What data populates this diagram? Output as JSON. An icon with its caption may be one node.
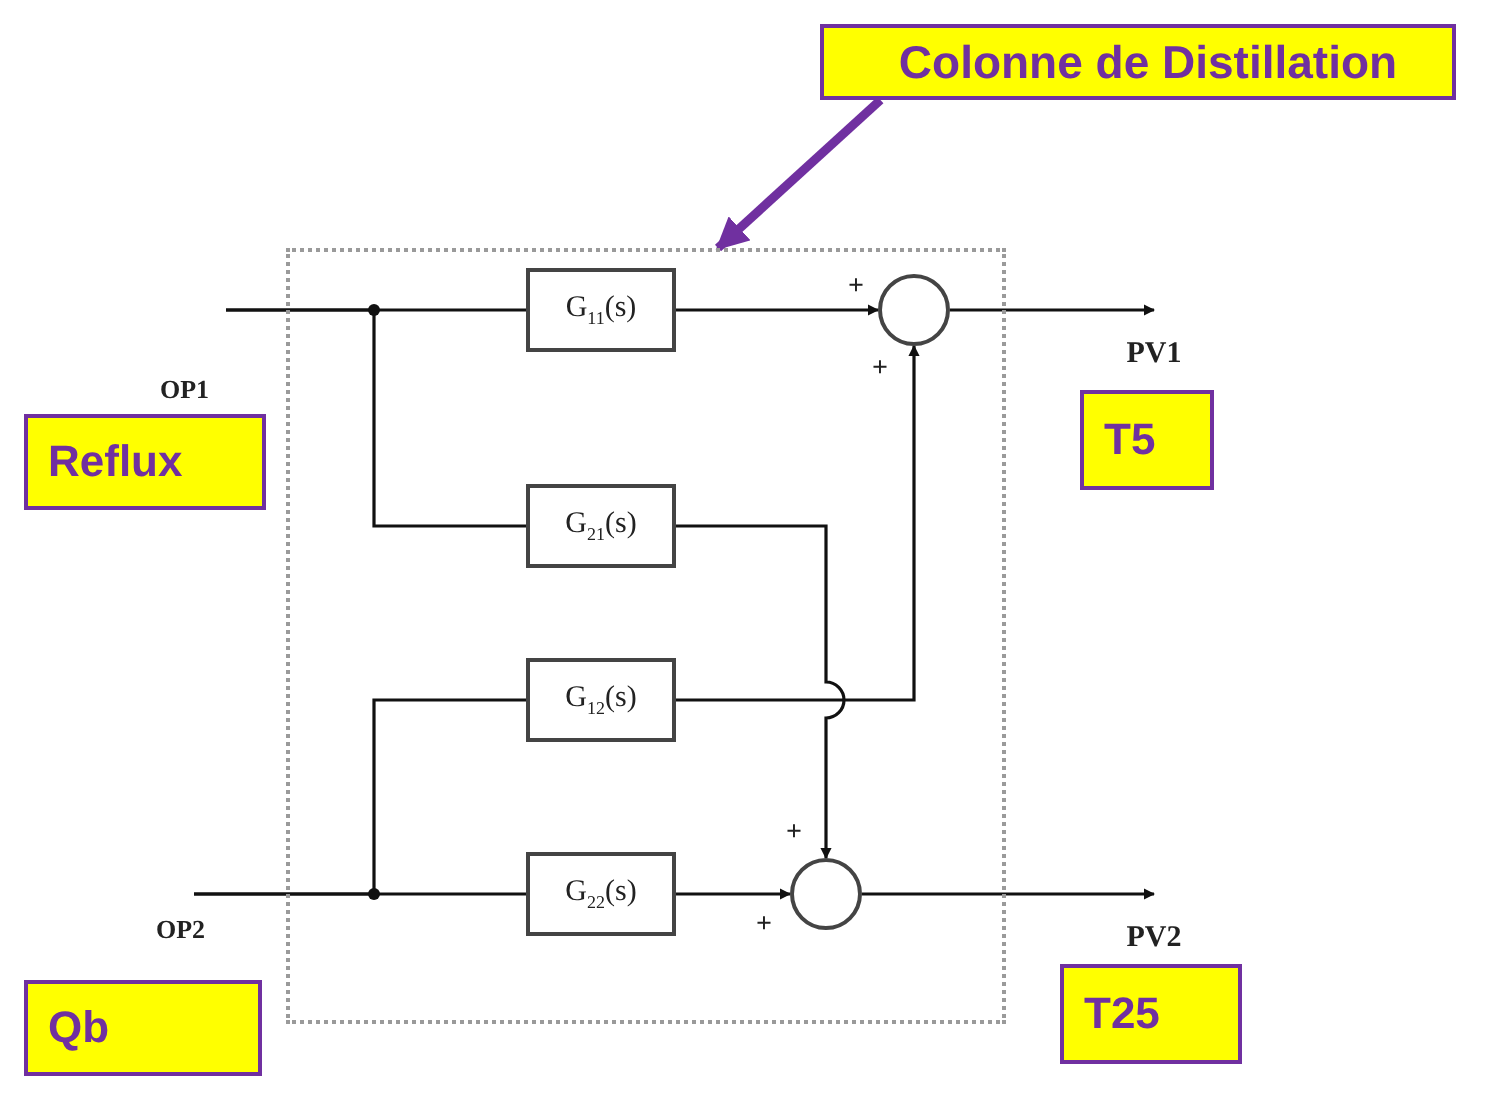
{
  "diagram": {
    "nodes": [
      {
        "text": [
          "Colonne de Distillation"
        ]
      },
      {
        "text": [],
        "shape": "box"
      },
      {
        "text": [
          "G$_{11}$(s)"
        ],
        "in": 1
      },
      {
        "text": [],
        "shape": "circle",
        "in": 1
      },
      {
        "text": [
          "G$_{21}$(s)"
        ],
        "in": 1
      },
      {
        "text": [
          "G$_{12}$(s)"
        ],
        "in": 1
      },
      {
        "text": [
          "G$_{22}$(s)"
        ],
        "in": 1
      },
      {
        "text": [],
        "shape": "circle",
        "in": 1
      },
      {
        "text": [
          "Reflux"
        ]
      },
      {
        "text": [
          "T5"
        ]
      },
      {
        "text": [
          "Qb"
        ]
      },
      {
        "text": [
          "T25"
        ]
      },
      {
        "text": [
          "PV1"
        ]
      },
      {
        "text": [
          "PV2"
        ]
      }
    ],
    "edges": [
      {
        "from": 0,
        "to": 1,
        "arrow": "to",
        "style": "thick",
        "color": "#7030a0"
      },
      {
        "from": null,
        "to": 2,
        "arrow": "none"
      },
      {
        "from": null,
        "to": 4,
        "arrow": "none"
      },
      {
        "from": null,
        "to": 5,
        "arrow": "none"
      },
      {
        "from": null,
        "to": 6,
        "arrow": "none"
      },
      {
        "from": 2,
        "to": 3,
        "arrow": "to"
      },
      {
        "from": 4,
        "to": 7,
        "arrow": "to"
      },
      {
        "from": 5,
        "to": 3,
        "arrow": "to"
      },
      {
        "from": 6,
        "to": 7,
        "arrow": "to"
      },
      {
        "from": 3,
        "to": 12,
        "arrow": "to"
      },
      {
        "from": 7,
        "to": 13,
        "arrow": "to"
      }
    ],
    "labels": [
      "+",
      "+",
      "OP1",
      "+",
      "+",
      "OP2"
    ]
  }
}
